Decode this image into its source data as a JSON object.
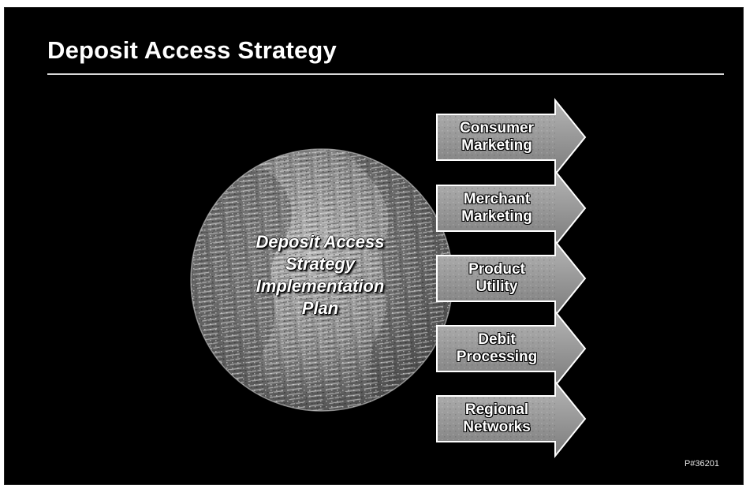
{
  "slide": {
    "title": "Deposit Access Strategy",
    "center_label_lines": [
      "Deposit Access",
      "Strategy",
      "Implementation",
      "Plan"
    ],
    "arrows": [
      {
        "lines": [
          "Consumer",
          "Marketing"
        ]
      },
      {
        "lines": [
          "Merchant",
          "Marketing"
        ]
      },
      {
        "lines": [
          "Product",
          "Utility"
        ]
      },
      {
        "lines": [
          "Debit",
          "Processing"
        ]
      },
      {
        "lines": [
          "Regional",
          "Networks"
        ]
      }
    ],
    "doc_id": "P#36201"
  },
  "colors": {
    "background": "#000000",
    "text": "#ffffff",
    "globe": "#8c8c8c",
    "arrow_fill": "#9a9a9a"
  }
}
